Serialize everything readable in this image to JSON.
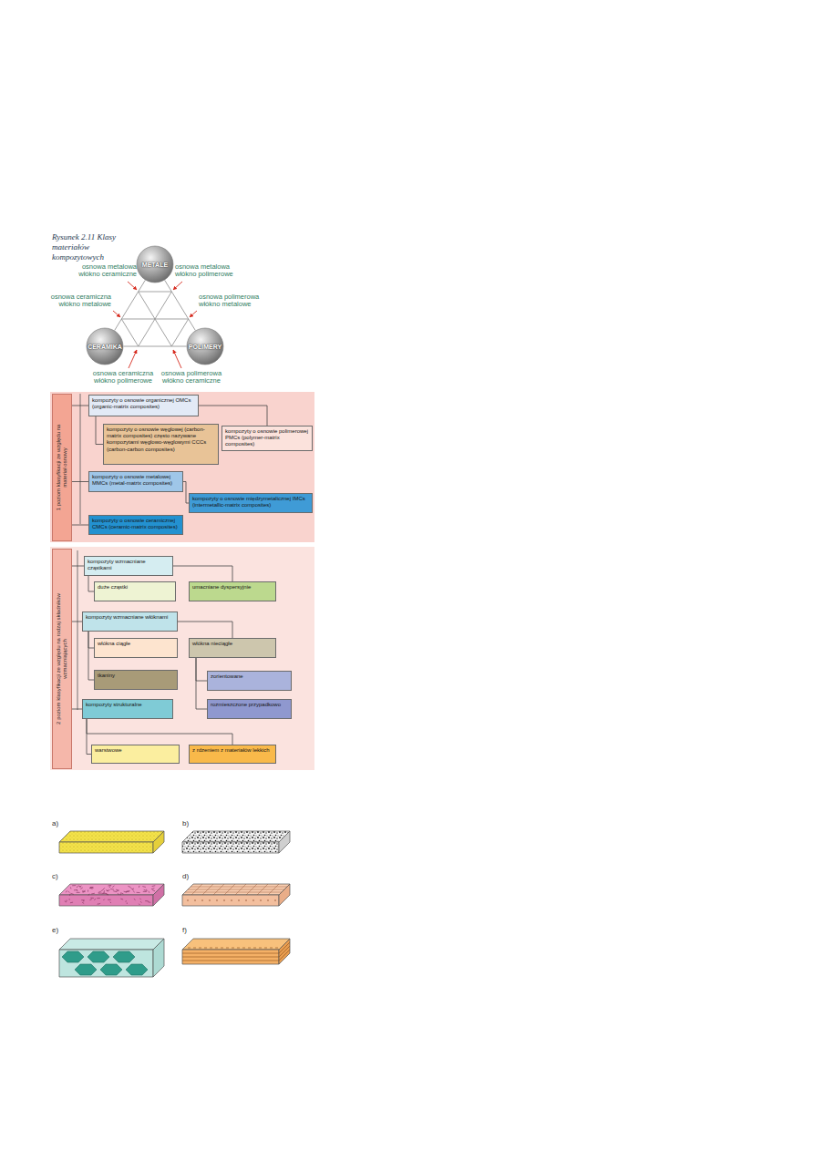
{
  "diagram": {
    "caption": "Rysunek 2.11 Klasy materiałów kompozytowych",
    "nodes": [
      {
        "text": [
          "METALE"
        ]
      },
      {
        "text": [
          "CERAMIKA"
        ]
      },
      {
        "text": [
          "POLIMERY"
        ]
      },
      {
        "text": [
          "1 poziom klasyfikacji ze względu na materiał osnowy"
        ]
      },
      {
        "text": [
          "kompozyty o osnowie organicznej OMCs (organic-matrix composites)"
        ]
      },
      {
        "text": [
          "kompozyty o osnowie węglowej (carbon-matrix composites) często nazywane kompozytami węglowo-węglowymi CCCs (carbon-carbon composites)"
        ]
      },
      {
        "text": [
          "kompozyty o osnowie polimerowej PMCs (polymer-matrix composites)"
        ]
      },
      {
        "text": [
          "kompozyty o osnowie metalowej MMCs (metal-matrix composites)"
        ]
      },
      {
        "text": [
          "kompozyty o osnowie międzymetalicznej IMCs (intermetallic-matrix composites)"
        ]
      },
      {
        "text": [
          "kompozyty o osnowie ceramicznej CMCs (ceramic-matrix composites)"
        ]
      },
      {
        "text": [
          "2 poziom klasyfikacji ze względu na rodzaj składników wzmacniających"
        ]
      },
      {
        "text": [
          "kompozyty wzmacniane cząstkami"
        ]
      },
      {
        "text": [
          "duże cząstki"
        ]
      },
      {
        "text": [
          "umacniane dyspersyjnie"
        ]
      },
      {
        "text": [
          "kompozyty wzmacniane włóknami"
        ]
      },
      {
        "text": [
          "włókna ciągłe"
        ]
      },
      {
        "text": [
          "włókna nieciągłe"
        ]
      },
      {
        "text": [
          "tkaniny"
        ]
      },
      {
        "text": [
          "zorientowane"
        ]
      },
      {
        "text": [
          "rozmieszczone przypadkowo"
        ]
      },
      {
        "text": [
          "kompozyty strukturalne"
        ]
      },
      {
        "text": [
          "warstwowe"
        ]
      },
      {
        "text": [
          "z rdzeniem z materiałów lekkich"
        ]
      }
    ],
    "edges": [
      {
        "from": 0,
        "to": 1,
        "arrow": "none"
      },
      {
        "from": 0,
        "to": 2,
        "arrow": "none"
      },
      {
        "from": 1,
        "to": 2,
        "arrow": "none"
      },
      {
        "from": 3,
        "to": 4,
        "arrow": "none"
      },
      {
        "from": 3,
        "to": 7,
        "arrow": "none"
      },
      {
        "from": 3,
        "to": 9,
        "arrow": "none"
      },
      {
        "from": 4,
        "to": 5,
        "arrow": "none"
      },
      {
        "from": 4,
        "to": 6,
        "arrow": "none"
      },
      {
        "from": 7,
        "to": 8,
        "arrow": "none"
      },
      {
        "from": 10,
        "to": 11,
        "arrow": "none"
      },
      {
        "from": 10,
        "to": 14,
        "arrow": "none"
      },
      {
        "from": 10,
        "to": 20,
        "arrow": "none"
      },
      {
        "from": 11,
        "to": 12,
        "arrow": "none"
      },
      {
        "from": 11,
        "to": 13,
        "arrow": "none"
      },
      {
        "from": 14,
        "to": 15,
        "arrow": "none"
      },
      {
        "from": 14,
        "to": 16,
        "arrow": "none"
      },
      {
        "from": 14,
        "to": 17,
        "arrow": "none"
      },
      {
        "from": 16,
        "to": 18,
        "arrow": "none"
      },
      {
        "from": 16,
        "to": 19,
        "arrow": "none"
      },
      {
        "from": 20,
        "to": 21,
        "arrow": "none"
      },
      {
        "from": 20,
        "to": 22,
        "arrow": "none"
      }
    ],
    "labels": [
      "osnowa metalowa włókno ceramiczne",
      "osnowa metalowa włókno polimerowe",
      "osnowa ceramiczna włókno metalowe",
      "osnowa polimerowa włókno metalowe",
      "osnowa ceramiczna włókno polimerowe",
      "osnowa polimerowa włókno ceramiczne",
      "a)",
      "b)",
      "c)",
      "d)",
      "e)",
      "f)"
    ]
  }
}
